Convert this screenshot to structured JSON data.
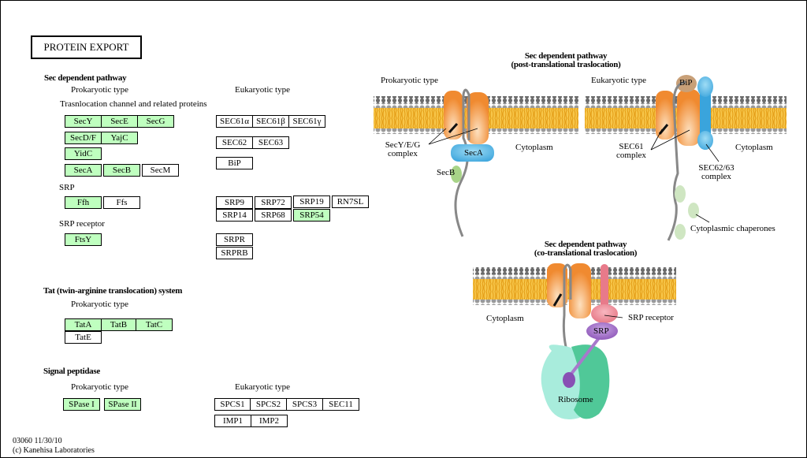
{
  "title": "PROTEIN EXPORT",
  "sections": {
    "sec": {
      "heading": "Sec dependent pathway",
      "prokaryotic_label": "Prokaryotic type",
      "eukaryotic_label": "Eukaryotic type",
      "channel_label": "Trasnlocation channel and related proteins",
      "srp_label": "SRP",
      "srp_receptor_label": "SRP receptor"
    },
    "tat": {
      "heading": "Tat (twin-arginine translocation) system",
      "prokaryotic_label": "Prokaryotic type"
    },
    "spase": {
      "heading": "Signal peptidase",
      "prokaryotic_label": "Prokaryotic type",
      "eukaryotic_label": "Eukaryotic type"
    }
  },
  "genes": {
    "secy": {
      "label": "SecY",
      "highlighted": true
    },
    "sece": {
      "label": "SecE",
      "highlighted": true
    },
    "secg": {
      "label": "SecG",
      "highlighted": true
    },
    "secdf": {
      "label": "SecD/F",
      "highlighted": true
    },
    "yajc": {
      "label": "YajC",
      "highlighted": true
    },
    "yidc": {
      "label": "YidC",
      "highlighted": true
    },
    "seca": {
      "label": "SecA",
      "highlighted": true
    },
    "secb": {
      "label": "SecB",
      "highlighted": true
    },
    "secm": {
      "label": "SecM",
      "highlighted": false
    },
    "ffh": {
      "label": "Ffh",
      "highlighted": true
    },
    "ffs": {
      "label": "Ffs",
      "highlighted": false
    },
    "ftsy": {
      "label": "FtsY",
      "highlighted": true
    },
    "sec61a": {
      "label": "SEC61α",
      "highlighted": false
    },
    "sec61b": {
      "label": "SEC61β",
      "highlighted": false
    },
    "sec61g": {
      "label": "SEC61γ",
      "highlighted": false
    },
    "sec62": {
      "label": "SEC62",
      "highlighted": false
    },
    "sec63": {
      "label": "SEC63",
      "highlighted": false
    },
    "bip": {
      "label": "BiP",
      "highlighted": false
    },
    "srp9": {
      "label": "SRP9",
      "highlighted": false
    },
    "srp72": {
      "label": "SRP72",
      "highlighted": false
    },
    "srp19": {
      "label": "SRP19",
      "highlighted": false
    },
    "rn7sl": {
      "label": "RN7SL",
      "highlighted": false
    },
    "srp14": {
      "label": "SRP14",
      "highlighted": false
    },
    "srp68": {
      "label": "SRP68",
      "highlighted": false
    },
    "srp54": {
      "label": "SRP54",
      "highlighted": true
    },
    "srpr": {
      "label": "SRPR",
      "highlighted": false
    },
    "srprb": {
      "label": "SRPRB",
      "highlighted": false
    },
    "tata": {
      "label": "TatA",
      "highlighted": true
    },
    "tatb": {
      "label": "TatB",
      "highlighted": true
    },
    "tatc": {
      "label": "TatC",
      "highlighted": true
    },
    "tate": {
      "label": "TatE",
      "highlighted": false
    },
    "spase1": {
      "label": "SPase I",
      "highlighted": true
    },
    "spase2": {
      "label": "SPase II",
      "highlighted": true
    },
    "spcs1": {
      "label": "SPCS1",
      "highlighted": false
    },
    "spcs2": {
      "label": "SPCS2",
      "highlighted": false
    },
    "spcs3": {
      "label": "SPCS3",
      "highlighted": false
    },
    "sec11": {
      "label": "SEC11",
      "highlighted": false
    },
    "imp1": {
      "label": "IMP1",
      "highlighted": false
    },
    "imp2": {
      "label": "IMP2",
      "highlighted": false
    }
  },
  "diagram": {
    "post": {
      "heading_line1": "Sec dependent pathway",
      "heading_line2": "(post-translational traslocation)",
      "prok_label": "Prokaryotic type",
      "euk_label": "Eukaryotic type",
      "secyeg_line1": "SecY/E/G",
      "secyeg_line2": "complex",
      "seca": "SecA",
      "secb": "SecB",
      "cytoplasm": "Cytoplasm",
      "bip": "BiP",
      "sec61_line1": "SEC61",
      "sec61_line2": "complex",
      "sec6263_line1": "SEC62/63",
      "sec6263_line2": "complex",
      "cytoplasm2": "Cytoplasm",
      "chaperones": "Cytoplasmic chaperones"
    },
    "co": {
      "heading_line1": "Sec dependent pathway",
      "heading_line2": "(co-translational traslocation)",
      "cytoplasm": "Cytoplasm",
      "srp_receptor": "SRP receptor",
      "srp": "SRP",
      "ribosome": "Ribosome"
    }
  },
  "colors": {
    "highlight": "#bfffbf",
    "channel": "#f5a04a",
    "seca": "#4ab0e0",
    "lipid_tail": "#f5b731",
    "lipid_head": "#999999",
    "srp": "#9060b8",
    "srp_receptor": "#e87a8a",
    "ribosome_light": "#a8ecdc",
    "ribosome_dark": "#50c898",
    "chaperone": "#cfe6c2",
    "secb": "#9ccc7a",
    "bip": "#c8a078"
  },
  "footer": {
    "line1": "03060 11/30/10",
    "line2": "(c) Kanehisa Laboratories"
  }
}
